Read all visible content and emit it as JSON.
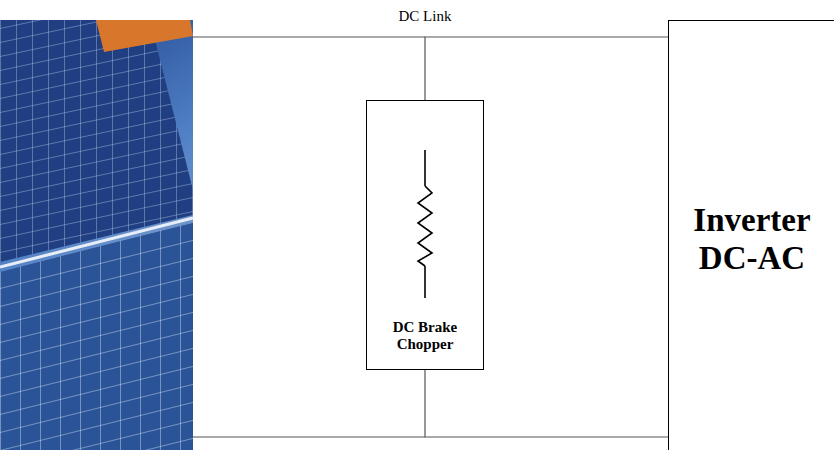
{
  "diagram": {
    "nodes": [
      {
        "text": [
          "DC Brake Chopper"
        ]
      },
      {
        "text": [
          "Inverter DC-AC"
        ]
      }
    ],
    "edges": [
      {
        "from": 0,
        "to": 1,
        "arrow": "none"
      },
      {
        "from": 0,
        "to": 1,
        "arrow": "none"
      }
    ],
    "labels": [
      "DC Link"
    ]
  }
}
